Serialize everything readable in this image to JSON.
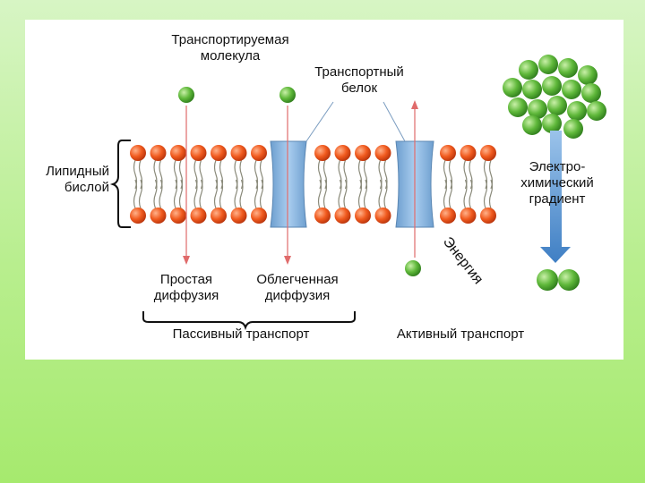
{
  "labels": {
    "transported_molecule": [
      "Транспортируемая",
      "молекула"
    ],
    "transport_protein": [
      "Транспортный",
      "белок"
    ],
    "lipid_bilayer": [
      "Липидный",
      "бислой"
    ],
    "electrochemical_gradient": [
      "Электро-",
      "химический",
      "градиент"
    ],
    "simple_diffusion": [
      "Простая",
      "диффузия"
    ],
    "facilitated_diffusion": [
      "Облегченная",
      "диффузия"
    ],
    "passive_transport": "Пассивный транспорт",
    "active_transport": "Активный транспорт",
    "energy": "Энергия"
  },
  "colors": {
    "background": "#b8ee8e",
    "panel": "#ffffff",
    "lipid_head": "#f05a1e",
    "protein": "#8ab6de",
    "molecule": "#5fb83a",
    "arrow": "#e06b6b",
    "gradient_arrow": "#6a9fd6"
  }
}
